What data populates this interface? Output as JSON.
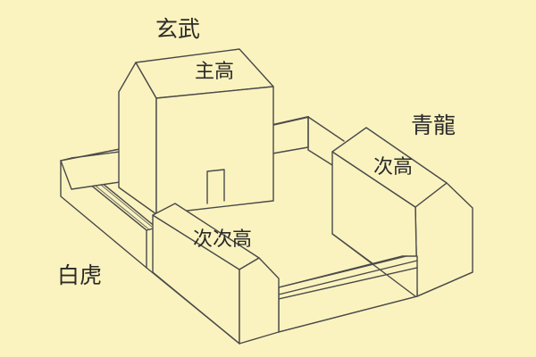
{
  "diagram": {
    "type": "isometric-house-layout",
    "background_color": "#fbf3bf",
    "line_color": "#4a4a4a",
    "directions": {
      "north": "玄武",
      "east": "青龍",
      "west": "白虎"
    },
    "buildings": {
      "main": "主高",
      "secondary": "次高",
      "tertiary": "次次高"
    }
  }
}
